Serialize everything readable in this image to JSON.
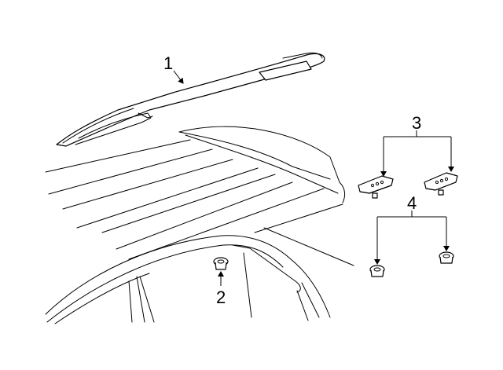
{
  "callouts": {
    "c1": "1",
    "c2": "2",
    "c3": "3",
    "c4": "4"
  },
  "parts": [
    {
      "callout": "1",
      "item": "roof-rack-side-rail"
    },
    {
      "callout": "2",
      "item": "clip"
    },
    {
      "callout": "3",
      "item": "rail-mount-cover"
    },
    {
      "callout": "4",
      "item": "retainer-nut"
    }
  ],
  "colors": {
    "line": "#000000",
    "background": "#ffffff"
  }
}
